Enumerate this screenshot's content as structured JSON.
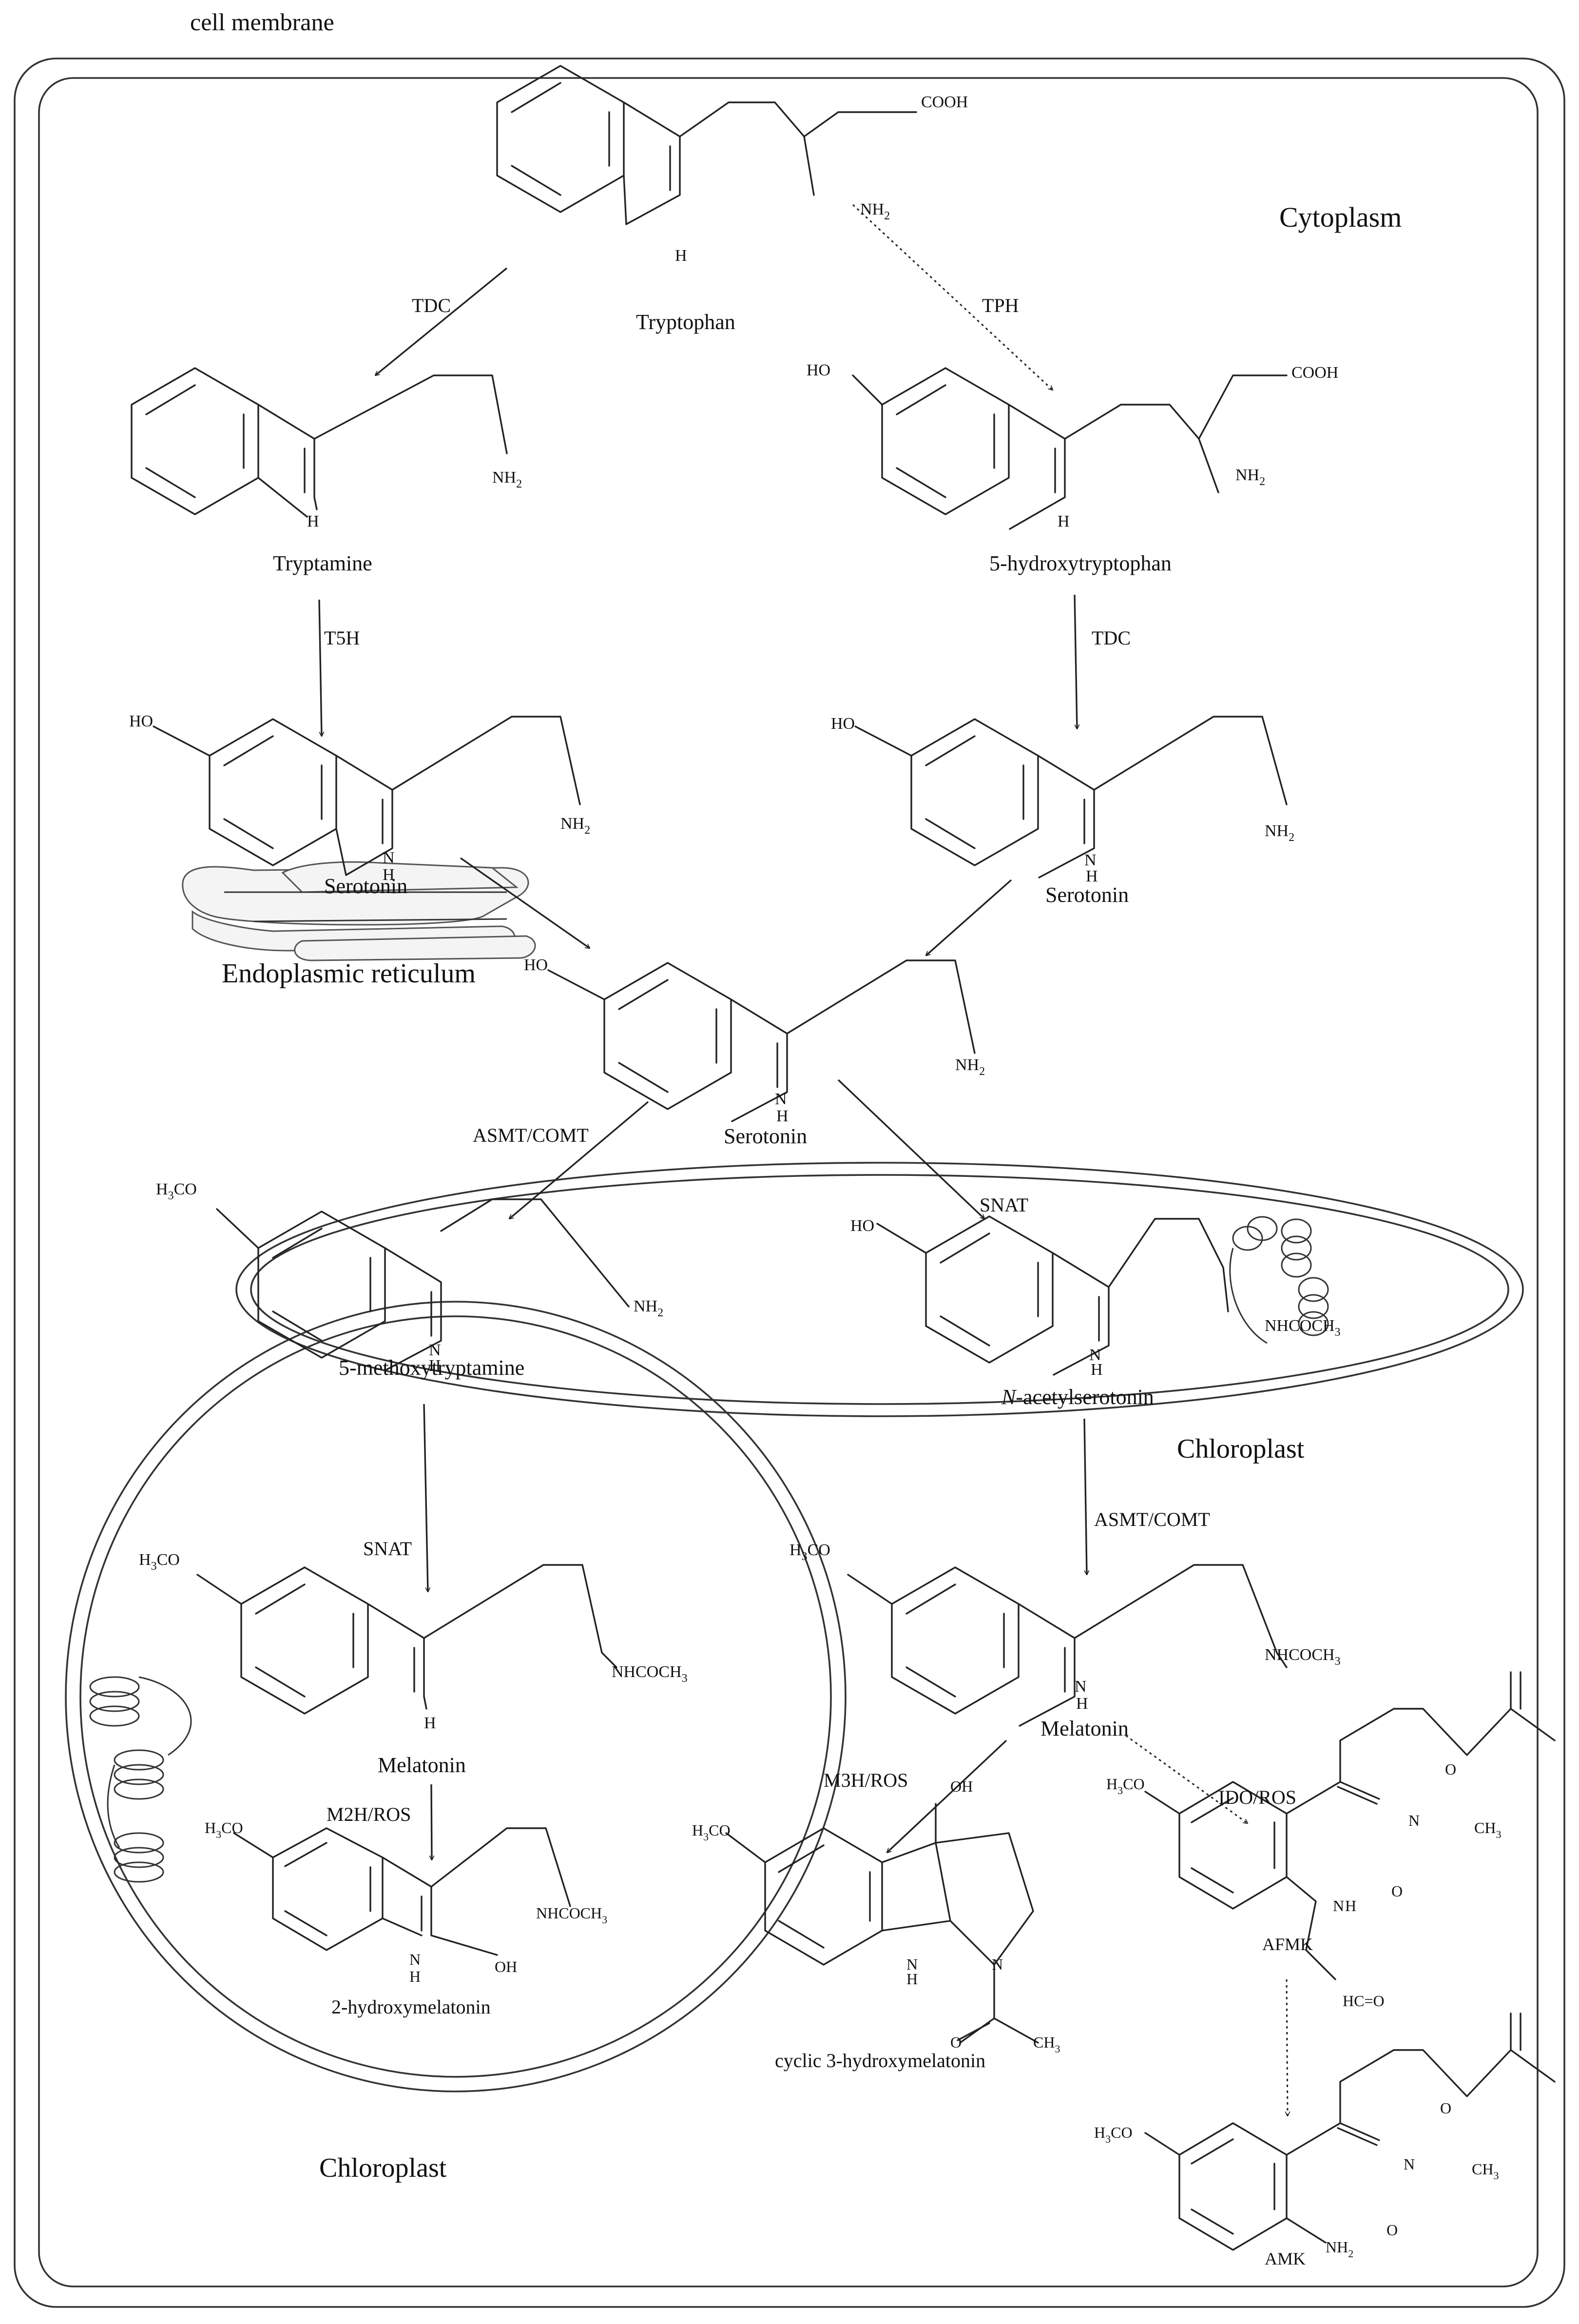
{
  "labels": {
    "cell_membrane": "cell membrane",
    "cytoplasm": "Cytoplasm",
    "endoplasmic_reticulum": "Endoplasmic reticulum",
    "chloroplast_1": "Chloroplast",
    "chloroplast_2": "Chloroplast"
  },
  "compounds": {
    "tryptophan": "Tryptophan",
    "tryptamine": "Tryptamine",
    "hydroxytryptophan": "5-hydroxytryptophan",
    "serotonin_er": "Serotonin",
    "serotonin_right": "Serotonin",
    "serotonin_center": "Serotonin",
    "methoxytryptamine": "5-methoxytryptamine",
    "acetylserotonin_prefix": "N",
    "acetylserotonin_suffix": "-acetylserotonin",
    "melatonin_left": "Melatonin",
    "melatonin_right": "Melatonin",
    "hydroxymelatonin": "2-hydroxymelatonin",
    "cyclic_hydroxymelatonin": "cyclic 3-hydroxymelatonin",
    "afmk": "AFMK",
    "amk": "AMK"
  },
  "enzymes": {
    "tdc_1": "TDC",
    "tph": "TPH",
    "t5h": "T5H",
    "tdc_2": "TDC",
    "asmt_comt_1": "ASMT/COMT",
    "snat_1": "SNAT",
    "snat_2": "SNAT",
    "asmt_comt_2": "ASMT/COMT",
    "m2h_ros": "M2H/ROS",
    "m3h_ros": "M3H/ROS",
    "ido_ros": "IDO/ROS"
  },
  "groups": {
    "cooh": "COOH",
    "nh2": "NH",
    "sub2": "2",
    "h": "H",
    "ho": "HO",
    "oh": "OH",
    "h3co_h": "H",
    "h3co_3": "3",
    "h3co_co": "CO",
    "nhcoch": "NHCOCH",
    "sub3": "3",
    "ch": "CH",
    "n": "N",
    "o": "O",
    "hc_eq_o": "HC=O"
  }
}
